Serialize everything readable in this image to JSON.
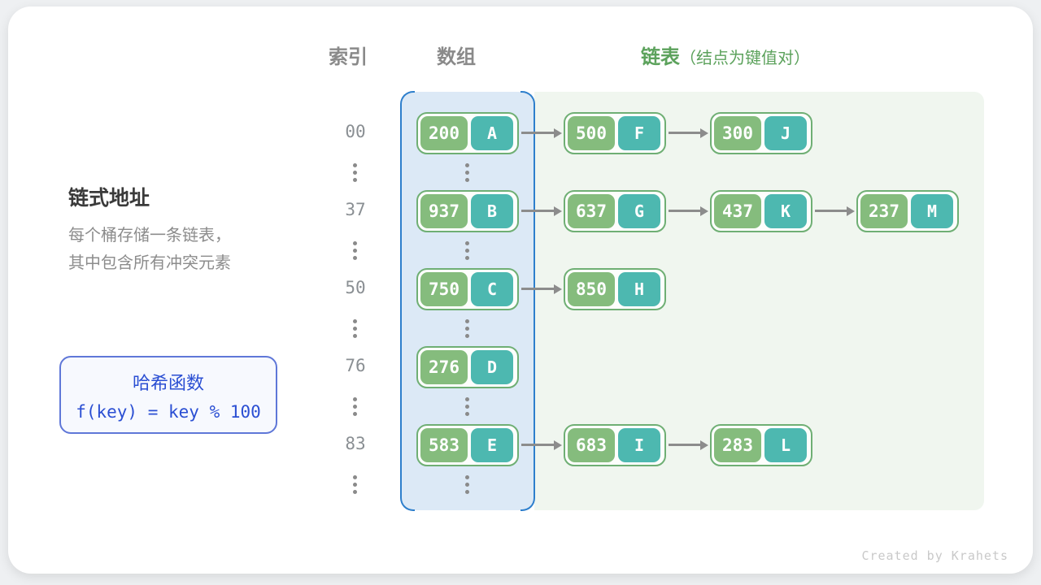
{
  "header": {
    "index_label": "索引",
    "array_label": "数组",
    "list_label": "链表",
    "list_note": "（结点为键值对）"
  },
  "left_panel": {
    "title": "链式地址",
    "desc_line1": "每个桶存储一条链表，",
    "desc_line2": "其中包含所有冲突元素",
    "hash_box": {
      "title": "哈希函数",
      "formula": "f(key) = key % 100"
    }
  },
  "rows": [
    {
      "index": "00",
      "bucket": {
        "key": "200",
        "value": "A"
      },
      "chain": [
        {
          "key": "500",
          "value": "F"
        },
        {
          "key": "300",
          "value": "J"
        }
      ]
    },
    {
      "index": "37",
      "bucket": {
        "key": "937",
        "value": "B"
      },
      "chain": [
        {
          "key": "637",
          "value": "G"
        },
        {
          "key": "437",
          "value": "K"
        },
        {
          "key": "237",
          "value": "M"
        }
      ]
    },
    {
      "index": "50",
      "bucket": {
        "key": "750",
        "value": "C"
      },
      "chain": [
        {
          "key": "850",
          "value": "H"
        }
      ]
    },
    {
      "index": "76",
      "bucket": {
        "key": "276",
        "value": "D"
      },
      "chain": []
    },
    {
      "index": "83",
      "bucket": {
        "key": "583",
        "value": "E"
      },
      "chain": [
        {
          "key": "683",
          "value": "I"
        },
        {
          "key": "283",
          "value": "L"
        }
      ]
    }
  ],
  "footer": {
    "credit": "Created by Krahets"
  },
  "colors": {
    "key_cell": "#85bc7d",
    "value_cell": "#4db8b0",
    "node_border": "#6faf74",
    "array_panel": "#dce9f6",
    "chain_panel": "#f0f6ef",
    "bracket_blue": "#2e7fcc",
    "hash_accent": "#2b4fd3",
    "list_header_green": "#5ca25c",
    "arrow_gray": "#8c8c8c"
  }
}
